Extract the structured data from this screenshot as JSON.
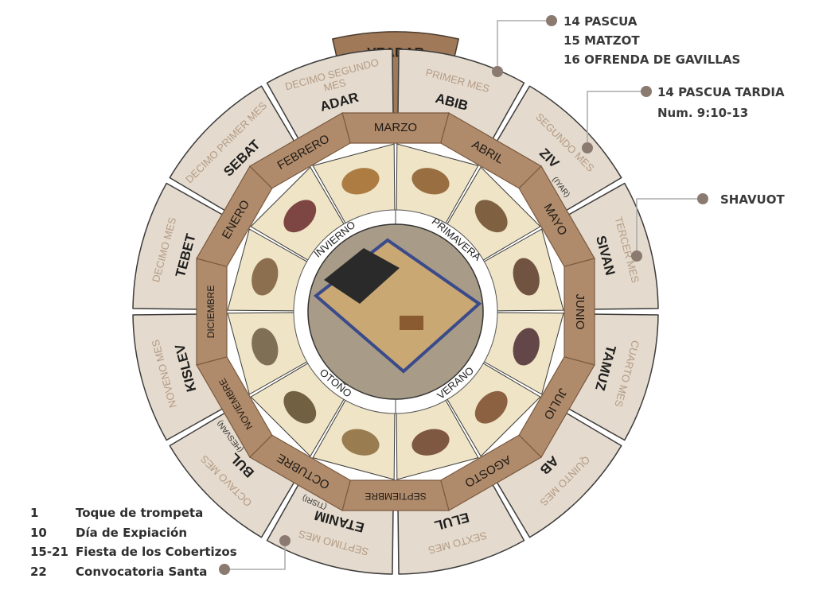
{
  "extra_month": {
    "name": "VEADAR"
  },
  "hebrew_months": [
    {
      "name": "ABIB",
      "ordinal": "PRIMER MES"
    },
    {
      "name": "ZIV",
      "ordinal": "SEGUNDO MES",
      "alt": "(IYAR)"
    },
    {
      "name": "SIVAN",
      "ordinal": "TERCER MES"
    },
    {
      "name": "TAMUZ",
      "ordinal": "CUARTO MES"
    },
    {
      "name": "AB",
      "ordinal": "QUINTO MES"
    },
    {
      "name": "ELUL",
      "ordinal": "SEXTO MES"
    },
    {
      "name": "ETANIM",
      "ordinal": "SEPTIMO MES",
      "alt": "(TISRI)"
    },
    {
      "name": "BUL",
      "ordinal": "OCTAVO MES",
      "alt": "(HESVAN)"
    },
    {
      "name": "KISLEV",
      "ordinal": "NOVENO MES"
    },
    {
      "name": "TEBET",
      "ordinal": "DECIMO MES"
    },
    {
      "name": "SEBAT",
      "ordinal": "DECIMO PRIMER MES"
    },
    {
      "name": "ADAR",
      "ordinal": "DECIMO SEGUNDO|MES"
    }
  ],
  "gregorian_months": [
    "MARZO",
    "ABRIL",
    "MAYO",
    "JUNIO",
    "JULIO",
    "AGOSTO",
    "SEPTIEMBRE",
    "OCTUBRE",
    "NOVIEMBRE",
    "DICIEMBRE",
    "ENERO",
    "FEBRERO"
  ],
  "seasons": [
    "INVIERNO",
    "PRIMAVERA",
    "VERANO",
    "OTOÑO"
  ],
  "notes": {
    "abib": [
      "14 PASCUA",
      "15 MATZOT",
      "16 OFRENDA DE GAVILLAS"
    ],
    "ziv": [
      "14 PASCUA TARDIA",
      "Num. 9:10-13"
    ],
    "sivan": [
      "SHAVUOT"
    ]
  },
  "legend": [
    {
      "day": "1",
      "event": "Toque de trompeta"
    },
    {
      "day": "10",
      "event": "Día de Expiación"
    },
    {
      "day": "15-21",
      "event": "Fiesta de los Cobertizos"
    },
    {
      "day": "22",
      "event": "Convocatoria Santa"
    }
  ],
  "colors": {
    "tab": "#e4dacd",
    "tab_extra": "#a07a58",
    "ring": "#b08b6b",
    "inner": "#efe4c6",
    "ordinal": "#b49c86"
  }
}
